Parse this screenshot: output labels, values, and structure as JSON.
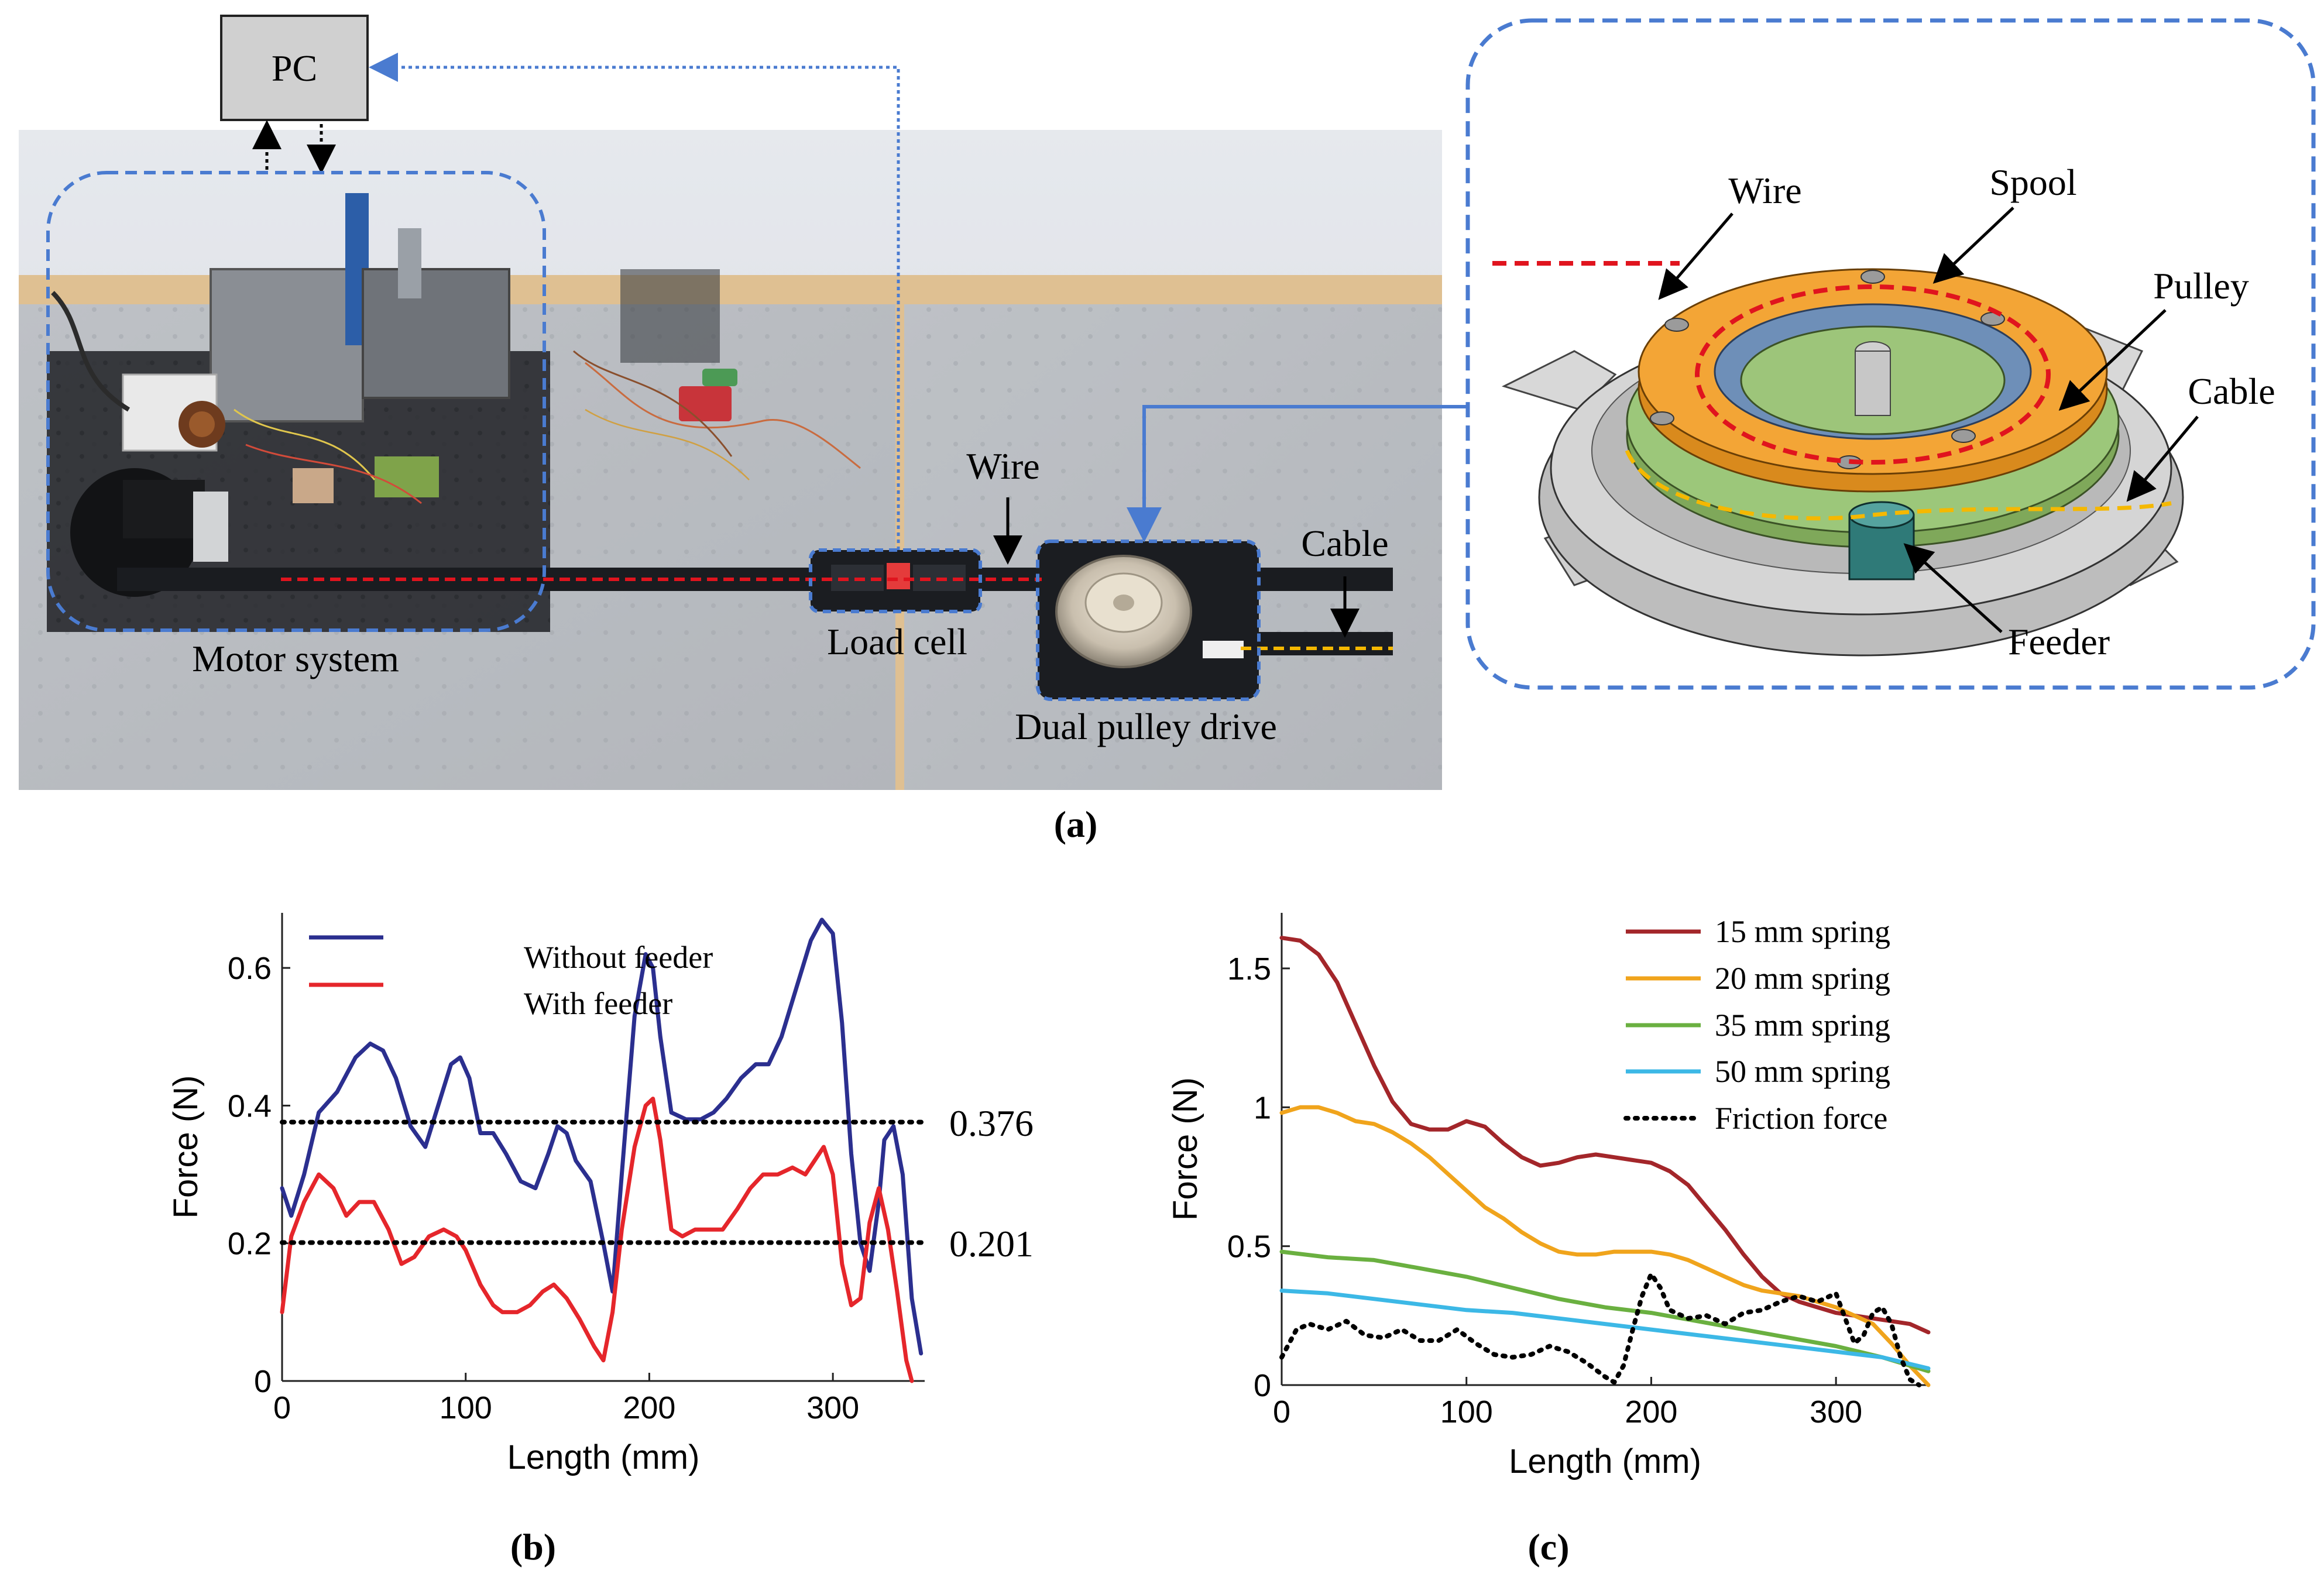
{
  "panel_a": {
    "caption": "(a)",
    "pc_label": "PC",
    "photo_labels": {
      "motor_system": "Motor system",
      "load_cell": "Load cell",
      "wire": "Wire",
      "dual_pulley_drive": "Dual pulley drive",
      "cable": "Cable"
    },
    "cad_labels": {
      "wire": "Wire",
      "spool": "Spool",
      "pulley": "Pulley",
      "cable": "Cable",
      "feeder": "Feeder"
    },
    "colors": {
      "wire": "#e0141e",
      "cable": "#f5b800",
      "frame": "#4a7bd0",
      "spool": "#f3a536",
      "pulley": "#8fc26a",
      "housing": "#c8c8c8",
      "feeder": "#2f7a78"
    }
  },
  "panel_b": {
    "caption": "(b)",
    "legend": [
      "Without feeder",
      "With feeder"
    ],
    "reference_labels": [
      "0.376",
      "0.201"
    ]
  },
  "panel_c": {
    "caption": "(c)",
    "legend": [
      "15 mm spring",
      "20 mm spring",
      "35 mm spring",
      "50 mm spring",
      "Friction force"
    ]
  },
  "chart_data": [
    {
      "type": "line",
      "xlabel": "Length (mm)",
      "ylabel": "Force (N)",
      "xlim": [
        0,
        350
      ],
      "ylim": [
        0,
        0.68
      ],
      "xticks": [
        0,
        100,
        200,
        300
      ],
      "yticks": [
        0,
        0.2,
        0.4,
        0.6
      ],
      "xtick_labels": [
        "0",
        "100",
        "200",
        "300"
      ],
      "ytick_labels": [
        "0",
        "0.2",
        "0.4",
        "0.6"
      ],
      "legend_position": "top-left",
      "grid": false,
      "series": [
        {
          "name": "Without feeder",
          "color": "#2b2f8f",
          "x": [
            0,
            5,
            12,
            20,
            30,
            40,
            48,
            55,
            62,
            70,
            78,
            85,
            92,
            97,
            102,
            108,
            115,
            122,
            130,
            138,
            145,
            150,
            155,
            160,
            168,
            175,
            180,
            185,
            192,
            198,
            202,
            206,
            212,
            220,
            228,
            235,
            242,
            250,
            258,
            265,
            272,
            280,
            288,
            294,
            300,
            305,
            310,
            315,
            320,
            325,
            328,
            333,
            338,
            343,
            348
          ],
          "y": [
            0.28,
            0.24,
            0.3,
            0.39,
            0.42,
            0.47,
            0.49,
            0.48,
            0.44,
            0.37,
            0.34,
            0.4,
            0.46,
            0.47,
            0.44,
            0.36,
            0.36,
            0.33,
            0.29,
            0.28,
            0.33,
            0.37,
            0.36,
            0.32,
            0.29,
            0.2,
            0.13,
            0.3,
            0.53,
            0.62,
            0.6,
            0.5,
            0.39,
            0.38,
            0.38,
            0.39,
            0.41,
            0.44,
            0.46,
            0.46,
            0.5,
            0.57,
            0.64,
            0.67,
            0.65,
            0.52,
            0.33,
            0.2,
            0.16,
            0.26,
            0.35,
            0.37,
            0.3,
            0.12,
            0.04
          ]
        },
        {
          "name": "With feeder",
          "color": "#e5262b",
          "x": [
            0,
            5,
            12,
            20,
            28,
            35,
            42,
            50,
            58,
            65,
            72,
            80,
            88,
            95,
            100,
            108,
            115,
            120,
            128,
            135,
            142,
            148,
            155,
            162,
            170,
            175,
            180,
            185,
            192,
            198,
            202,
            206,
            212,
            218,
            225,
            232,
            240,
            248,
            255,
            262,
            270,
            278,
            285,
            290,
            295,
            300,
            305,
            310,
            315,
            320,
            325,
            330,
            335,
            340,
            343
          ],
          "y": [
            0.1,
            0.21,
            0.26,
            0.3,
            0.28,
            0.24,
            0.26,
            0.26,
            0.22,
            0.17,
            0.18,
            0.21,
            0.22,
            0.21,
            0.19,
            0.14,
            0.11,
            0.1,
            0.1,
            0.11,
            0.13,
            0.14,
            0.12,
            0.09,
            0.05,
            0.03,
            0.1,
            0.22,
            0.34,
            0.4,
            0.41,
            0.35,
            0.22,
            0.21,
            0.22,
            0.22,
            0.22,
            0.25,
            0.28,
            0.3,
            0.3,
            0.31,
            0.3,
            0.32,
            0.34,
            0.3,
            0.17,
            0.11,
            0.12,
            0.23,
            0.28,
            0.22,
            0.13,
            0.03,
            0.0
          ]
        },
        {
          "name": "0.376",
          "color": "#000000",
          "style": "dotted",
          "x": [
            0,
            350
          ],
          "y": [
            0.376,
            0.376
          ]
        },
        {
          "name": "0.201",
          "color": "#000000",
          "style": "dotted",
          "x": [
            0,
            350
          ],
          "y": [
            0.201,
            0.201
          ]
        }
      ]
    },
    {
      "type": "line",
      "xlabel": "Length (mm)",
      "ylabel": "Force (N)",
      "xlim": [
        0,
        350
      ],
      "ylim": [
        0,
        1.7
      ],
      "xticks": [
        0,
        100,
        200,
        300
      ],
      "yticks": [
        0,
        0.5,
        1,
        1.5
      ],
      "xtick_labels": [
        "0",
        "100",
        "200",
        "300"
      ],
      "ytick_labels": [
        "0",
        "0.5",
        "1",
        "1.5"
      ],
      "legend_position": "top-right",
      "grid": false,
      "series": [
        {
          "name": "15 mm spring",
          "color": "#a3262a",
          "x": [
            0,
            10,
            20,
            30,
            40,
            50,
            60,
            70,
            80,
            90,
            100,
            110,
            120,
            130,
            140,
            150,
            160,
            170,
            180,
            190,
            200,
            210,
            220,
            230,
            240,
            250,
            260,
            270,
            280,
            290,
            300,
            310,
            320,
            330,
            340,
            350
          ],
          "y": [
            1.61,
            1.6,
            1.55,
            1.45,
            1.3,
            1.15,
            1.02,
            0.94,
            0.92,
            0.92,
            0.95,
            0.93,
            0.87,
            0.82,
            0.79,
            0.8,
            0.82,
            0.83,
            0.82,
            0.81,
            0.8,
            0.77,
            0.72,
            0.64,
            0.56,
            0.47,
            0.39,
            0.33,
            0.3,
            0.28,
            0.26,
            0.25,
            0.24,
            0.23,
            0.22,
            0.19
          ]
        },
        {
          "name": "20 mm spring",
          "color": "#f0a41c",
          "x": [
            0,
            10,
            20,
            30,
            40,
            50,
            60,
            70,
            80,
            90,
            100,
            110,
            120,
            130,
            140,
            150,
            160,
            170,
            180,
            190,
            200,
            210,
            220,
            230,
            240,
            250,
            260,
            270,
            280,
            290,
            300,
            310,
            320,
            330,
            340,
            350
          ],
          "y": [
            0.98,
            1.0,
            1.0,
            0.98,
            0.95,
            0.94,
            0.91,
            0.87,
            0.82,
            0.76,
            0.7,
            0.64,
            0.6,
            0.55,
            0.51,
            0.48,
            0.47,
            0.47,
            0.48,
            0.48,
            0.48,
            0.47,
            0.45,
            0.42,
            0.39,
            0.36,
            0.34,
            0.33,
            0.32,
            0.3,
            0.28,
            0.25,
            0.22,
            0.15,
            0.07,
            0.0
          ]
        },
        {
          "name": "35 mm spring",
          "color": "#6ab040",
          "x": [
            0,
            25,
            50,
            75,
            100,
            125,
            150,
            175,
            200,
            225,
            250,
            275,
            300,
            325,
            350
          ],
          "y": [
            0.48,
            0.46,
            0.45,
            0.42,
            0.39,
            0.35,
            0.31,
            0.28,
            0.26,
            0.23,
            0.2,
            0.17,
            0.14,
            0.1,
            0.05
          ]
        },
        {
          "name": "50 mm spring",
          "color": "#3cb8e6",
          "x": [
            0,
            25,
            50,
            75,
            100,
            125,
            150,
            175,
            200,
            225,
            250,
            275,
            300,
            325,
            350
          ],
          "y": [
            0.34,
            0.33,
            0.31,
            0.29,
            0.27,
            0.26,
            0.24,
            0.22,
            0.2,
            0.18,
            0.16,
            0.14,
            0.12,
            0.1,
            0.06
          ]
        },
        {
          "name": "Friction force",
          "color": "#000000",
          "style": "dotted",
          "x": [
            0,
            8,
            15,
            25,
            35,
            45,
            55,
            65,
            75,
            85,
            95,
            105,
            115,
            125,
            135,
            145,
            155,
            165,
            175,
            180,
            185,
            190,
            195,
            200,
            205,
            210,
            220,
            230,
            240,
            250,
            260,
            270,
            280,
            290,
            300,
            305,
            310,
            315,
            320,
            325,
            330,
            335,
            340,
            345
          ],
          "y": [
            0.1,
            0.2,
            0.22,
            0.2,
            0.23,
            0.18,
            0.17,
            0.2,
            0.16,
            0.16,
            0.2,
            0.15,
            0.11,
            0.1,
            0.11,
            0.14,
            0.12,
            0.08,
            0.03,
            0.01,
            0.07,
            0.2,
            0.32,
            0.4,
            0.35,
            0.27,
            0.24,
            0.25,
            0.22,
            0.26,
            0.27,
            0.3,
            0.32,
            0.3,
            0.33,
            0.24,
            0.15,
            0.18,
            0.26,
            0.28,
            0.22,
            0.1,
            0.02,
            0.0
          ]
        }
      ]
    }
  ]
}
